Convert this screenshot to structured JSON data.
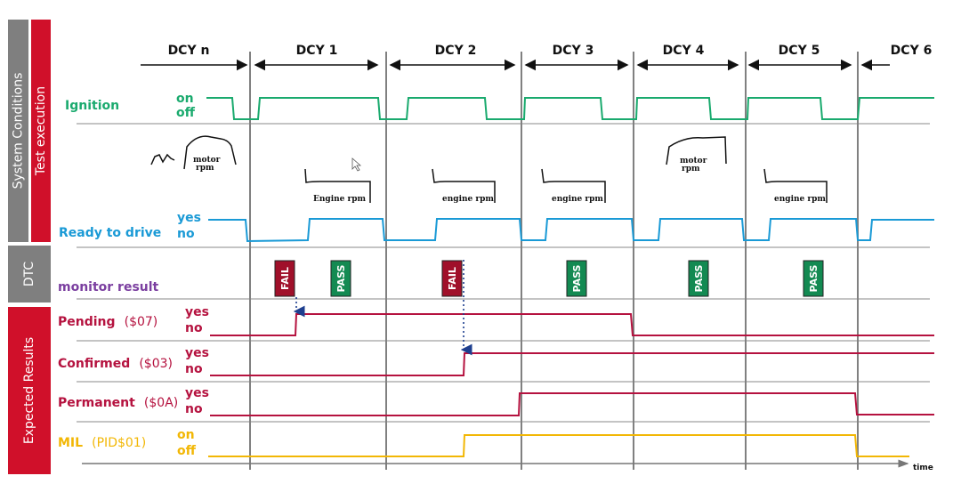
{
  "side_tabs": {
    "system_conditions": "System Conditions",
    "test_execution": "Test execution",
    "dtc": "DTC",
    "expected_results": "Expected Results"
  },
  "cycles": [
    "DCY n",
    "DCY 1",
    "DCY 2",
    "DCY 3",
    "DCY 4",
    "DCY 5",
    "DCY 6"
  ],
  "signals": {
    "ignition": {
      "label": "Ignition",
      "high": "on",
      "low": "off",
      "color": "#1aaa6e"
    },
    "ready": {
      "label": "Ready to drive",
      "high": "yes",
      "low": "no",
      "color": "#1a9ad6"
    },
    "monitor": {
      "label": "monitor result",
      "color": "#7b3fa0"
    },
    "pending": {
      "label": "Pending",
      "code": "($07)",
      "high": "yes",
      "low": "no",
      "color": "#b5123f"
    },
    "confirmed": {
      "label": "Confirmed",
      "code": "($03)",
      "high": "yes",
      "low": "no",
      "color": "#b5123f"
    },
    "permanent": {
      "label": "Permanent",
      "code": "($0A)",
      "high": "yes",
      "low": "no",
      "color": "#b5123f"
    },
    "mil": {
      "label": "MIL",
      "code": "(PID$01)",
      "high": "on",
      "low": "off",
      "color": "#f2b705"
    }
  },
  "rpm_labels": {
    "motor": "motor",
    "rpm": "rpm",
    "engine_cap": "Engine rpm",
    "engine": "engine rpm"
  },
  "results": [
    {
      "text": "FAIL",
      "color": "#a0102a"
    },
    {
      "text": "PASS",
      "color": "#138a52"
    },
    {
      "text": "FAIL",
      "color": "#a0102a"
    },
    {
      "text": "PASS",
      "color": "#138a52"
    },
    {
      "text": "PASS",
      "color": "#138a52"
    },
    {
      "text": "PASS",
      "color": "#138a52"
    }
  ],
  "axis": {
    "time": "time"
  }
}
